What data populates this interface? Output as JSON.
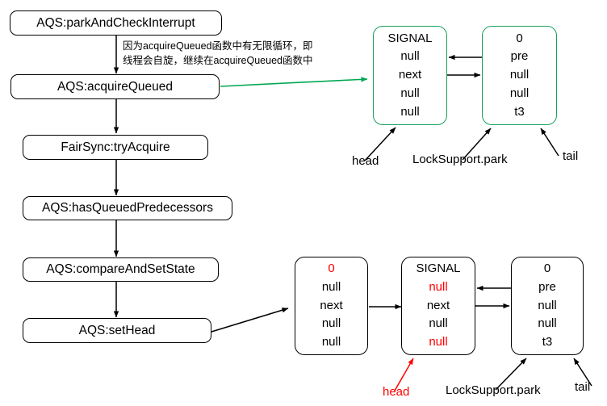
{
  "diagram": {
    "title": "AQS acquire flow and CLH queue node states",
    "colors": {
      "green_border": "#18a05a",
      "black_border": "#000000",
      "red_text": "#ff0000",
      "background": "#ffffff"
    }
  },
  "flow": {
    "steps": [
      {
        "label": "AQS:parkAndCheckInterrupt"
      },
      {
        "label": "AQS:acquireQueued"
      },
      {
        "label": "FairSync:tryAcquire"
      },
      {
        "label": "AQS:hasQueuedPredecessors"
      },
      {
        "label": "AQS:compareAndSetState"
      },
      {
        "label": "AQS:setHead"
      }
    ]
  },
  "annotation": {
    "line1": "因为acquireQueued函数中有无限循环，即",
    "line2": "线程会自旋，继续在acquireQueued函数中"
  },
  "queue_top": {
    "nodes": [
      {
        "border": "green",
        "cells": [
          {
            "text": "SIGNAL",
            "color": "black"
          },
          {
            "text": "null",
            "color": "black"
          },
          {
            "text": "next",
            "color": "black"
          },
          {
            "text": "null",
            "color": "black"
          },
          {
            "text": "null",
            "color": "black"
          }
        ]
      },
      {
        "border": "green",
        "cells": [
          {
            "text": "0",
            "color": "black"
          },
          {
            "text": "pre",
            "color": "black"
          },
          {
            "text": "null",
            "color": "black"
          },
          {
            "text": "null",
            "color": "black"
          },
          {
            "text": "t3",
            "color": "black"
          }
        ]
      }
    ],
    "labels": {
      "head": "head",
      "park": "LockSupport.park",
      "tail": "tail"
    }
  },
  "queue_bottom": {
    "nodes": [
      {
        "border": "black",
        "cells": [
          {
            "text": "0",
            "color": "red"
          },
          {
            "text": "null",
            "color": "black"
          },
          {
            "text": "next",
            "color": "black"
          },
          {
            "text": "null",
            "color": "black"
          },
          {
            "text": "null",
            "color": "black"
          }
        ]
      },
      {
        "border": "black",
        "cells": [
          {
            "text": "SIGNAL",
            "color": "black"
          },
          {
            "text": "null",
            "color": "red"
          },
          {
            "text": "next",
            "color": "black"
          },
          {
            "text": "null",
            "color": "black"
          },
          {
            "text": "null",
            "color": "red"
          }
        ]
      },
      {
        "border": "black",
        "cells": [
          {
            "text": "0",
            "color": "black"
          },
          {
            "text": "pre",
            "color": "black"
          },
          {
            "text": "null",
            "color": "black"
          },
          {
            "text": "null",
            "color": "black"
          },
          {
            "text": "t3",
            "color": "black"
          }
        ]
      }
    ],
    "labels": {
      "head": "head",
      "park": "LockSupport.park",
      "tail": "tail"
    }
  }
}
